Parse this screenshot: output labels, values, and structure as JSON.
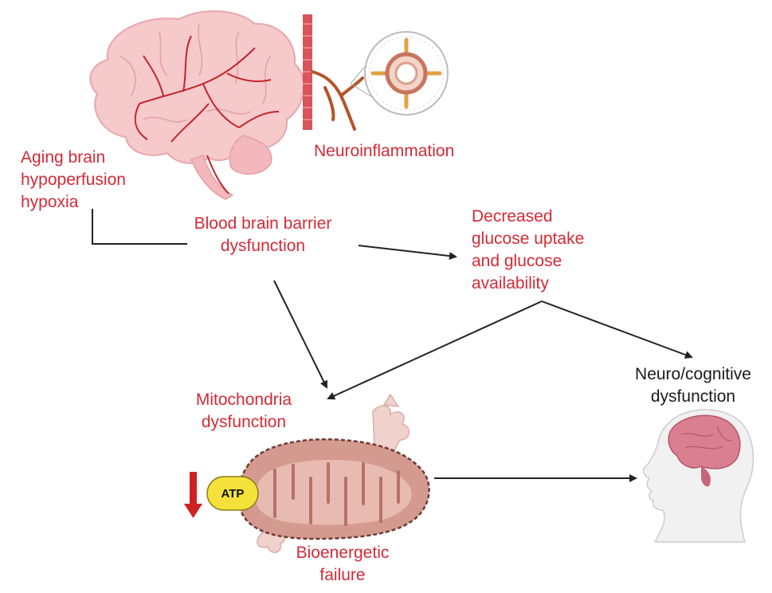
{
  "labels": {
    "aging": "Aging brain\nhypoperfusion\nhypoxia",
    "neuroinflammation": "Neuroinflammation",
    "bbb": "Blood brain barrier\ndysfunction",
    "glucose": "Decreased\nglucose uptake\nand glucose\navailability",
    "mito": "Mitochondria\ndysfunction",
    "neuro": "Neuro/cognitive\ndysfunction",
    "bioenergetic": "Bioenergetic\nfailure",
    "atp": "ATP"
  },
  "colors": {
    "label_red": "#d42a36",
    "label_dark": "#1a1a1a",
    "arrow": "#222222",
    "brain": "#f6c9cb",
    "vessel": "#c0262d",
    "mitochondria": "#d49a90",
    "atp_badge": "#f4e23a",
    "down_arrow": "#cc2222"
  },
  "icons": {
    "brain": "brain-illustration",
    "neuroinflammation": "blood-vessel-cross-section-icon",
    "mitochondria": "mitochondrion-illustration",
    "head": "human-head-profile-icon",
    "decrease": "down-arrow-icon"
  }
}
